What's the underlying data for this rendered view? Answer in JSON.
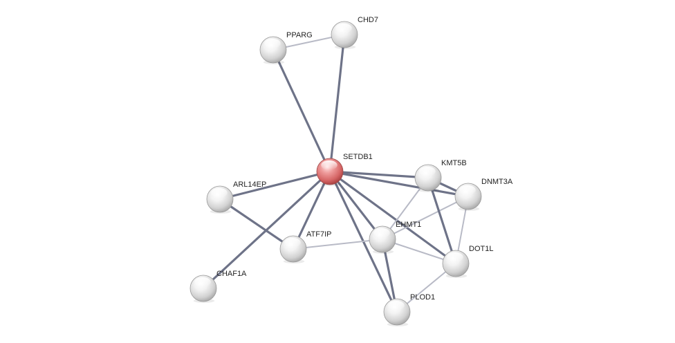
{
  "network": {
    "colors": {
      "edge_strong": "#6e7388",
      "edge_weak": "#b8bac6",
      "node_default": "#e2e2e2",
      "node_query": "#e07a7a"
    },
    "nodes": [
      {
        "id": "SETDB1",
        "label": "SETDB1",
        "query": true
      },
      {
        "id": "PPARG",
        "label": "PPARG"
      },
      {
        "id": "CHD7",
        "label": "CHD7"
      },
      {
        "id": "KMT5B",
        "label": "KMT5B"
      },
      {
        "id": "DNMT3A",
        "label": "DNMT3A"
      },
      {
        "id": "ARL14EP",
        "label": "ARL14EP"
      },
      {
        "id": "EHMT1",
        "label": "EHMT1"
      },
      {
        "id": "ATF7IP",
        "label": "ATF7IP"
      },
      {
        "id": "DOT1L",
        "label": "DOT1L"
      },
      {
        "id": "CHAF1A",
        "label": "CHAF1A"
      },
      {
        "id": "PLOD1",
        "label": "PLOD1"
      }
    ],
    "edges": [
      {
        "source": "SETDB1",
        "target": "PPARG",
        "strength": "strong"
      },
      {
        "source": "SETDB1",
        "target": "CHD7",
        "strength": "strong"
      },
      {
        "source": "SETDB1",
        "target": "KMT5B",
        "strength": "strong"
      },
      {
        "source": "SETDB1",
        "target": "DNMT3A",
        "strength": "strong"
      },
      {
        "source": "SETDB1",
        "target": "ARL14EP",
        "strength": "strong"
      },
      {
        "source": "SETDB1",
        "target": "EHMT1",
        "strength": "strong"
      },
      {
        "source": "SETDB1",
        "target": "ATF7IP",
        "strength": "strong"
      },
      {
        "source": "SETDB1",
        "target": "DOT1L",
        "strength": "strong"
      },
      {
        "source": "SETDB1",
        "target": "CHAF1A",
        "strength": "strong"
      },
      {
        "source": "SETDB1",
        "target": "PLOD1",
        "strength": "strong"
      },
      {
        "source": "PPARG",
        "target": "CHD7",
        "strength": "weak"
      },
      {
        "source": "ARL14EP",
        "target": "ATF7IP",
        "strength": "strong"
      },
      {
        "source": "EHMT1",
        "target": "PLOD1",
        "strength": "strong"
      },
      {
        "source": "EHMT1",
        "target": "DOT1L",
        "strength": "weak"
      },
      {
        "source": "EHMT1",
        "target": "KMT5B",
        "strength": "weak"
      },
      {
        "source": "EHMT1",
        "target": "DNMT3A",
        "strength": "weak"
      },
      {
        "source": "EHMT1",
        "target": "ATF7IP",
        "strength": "weak"
      },
      {
        "source": "KMT5B",
        "target": "DNMT3A",
        "strength": "strong"
      },
      {
        "source": "KMT5B",
        "target": "DOT1L",
        "strength": "strong"
      },
      {
        "source": "DNMT3A",
        "target": "DOT1L",
        "strength": "weak"
      },
      {
        "source": "DOT1L",
        "target": "PLOD1",
        "strength": "weak"
      }
    ]
  }
}
